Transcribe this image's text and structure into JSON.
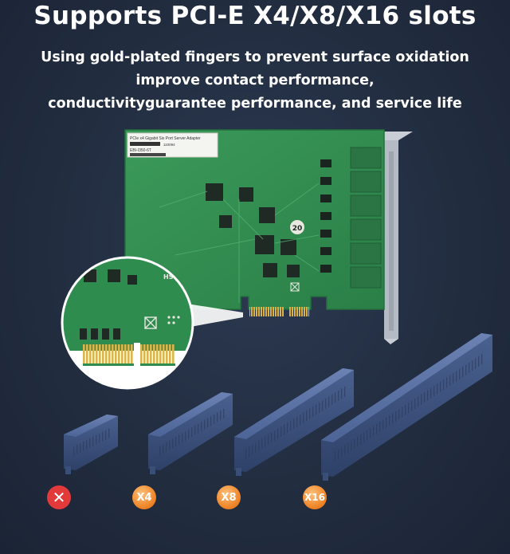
{
  "headline": "Supports PCI-E X4/X8/X16 slots",
  "description": {
    "line1": "Using gold-plated fingers to prevent surface oxidation",
    "line2": "improve contact performance,",
    "line3": "conductivityguarantee performance, and service life"
  },
  "card": {
    "label_line1": "PCIe x4 Gigabit Six Port Server Adapter",
    "label_line2": "EBI-I350-6T",
    "label_code": "110094",
    "chip_mark": "20",
    "zoom_mark": "HS"
  },
  "slots": [
    {
      "badge": "✕",
      "supported": false
    },
    {
      "badge": "X4",
      "supported": true
    },
    {
      "badge": "X8",
      "supported": true
    },
    {
      "badge": "X16",
      "supported": true
    }
  ],
  "colors": {
    "background": "#232e42",
    "pcb": "#2f8a4e",
    "gold": "#d9b248",
    "slot": "#3f5580",
    "unsupported": "#e23a3a",
    "supported": "#f0882c"
  }
}
